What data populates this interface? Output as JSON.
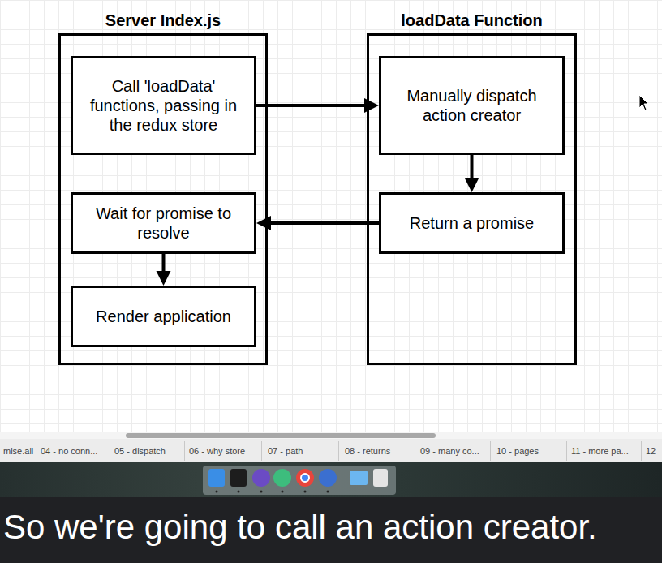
{
  "diagram": {
    "caption": "So we're going to call an action creator.",
    "nodes": [
      {
        "text": [
          "Server Index.js"
        ]
      },
      {
        "text": [
          "Call 'loadData' functions, passing in the redux store"
        ],
        "in": 0
      },
      {
        "text": [
          "Wait for promise to resolve"
        ],
        "in": 0
      },
      {
        "text": [
          "Render application"
        ],
        "in": 0
      },
      {
        "text": [
          "loadData Function"
        ]
      },
      {
        "text": [
          "Manually dispatch action creator"
        ],
        "in": 4
      },
      {
        "text": [
          "Return a promise"
        ],
        "in": 4
      }
    ],
    "edges": [
      {
        "from": 1,
        "to": 5,
        "arrow": "to"
      },
      {
        "from": 5,
        "to": 6,
        "arrow": "to"
      },
      {
        "from": 6,
        "to": 2,
        "arrow": "to"
      },
      {
        "from": 2,
        "to": 3,
        "arrow": "to"
      }
    ],
    "labels": [
      "mise.all",
      "04 - no conn...",
      "05 - dispatch",
      "06 - why store",
      "07 - path",
      "08 - returns",
      "09 - many co...",
      "10 - pages",
      "11 - more pa...",
      "12"
    ]
  }
}
